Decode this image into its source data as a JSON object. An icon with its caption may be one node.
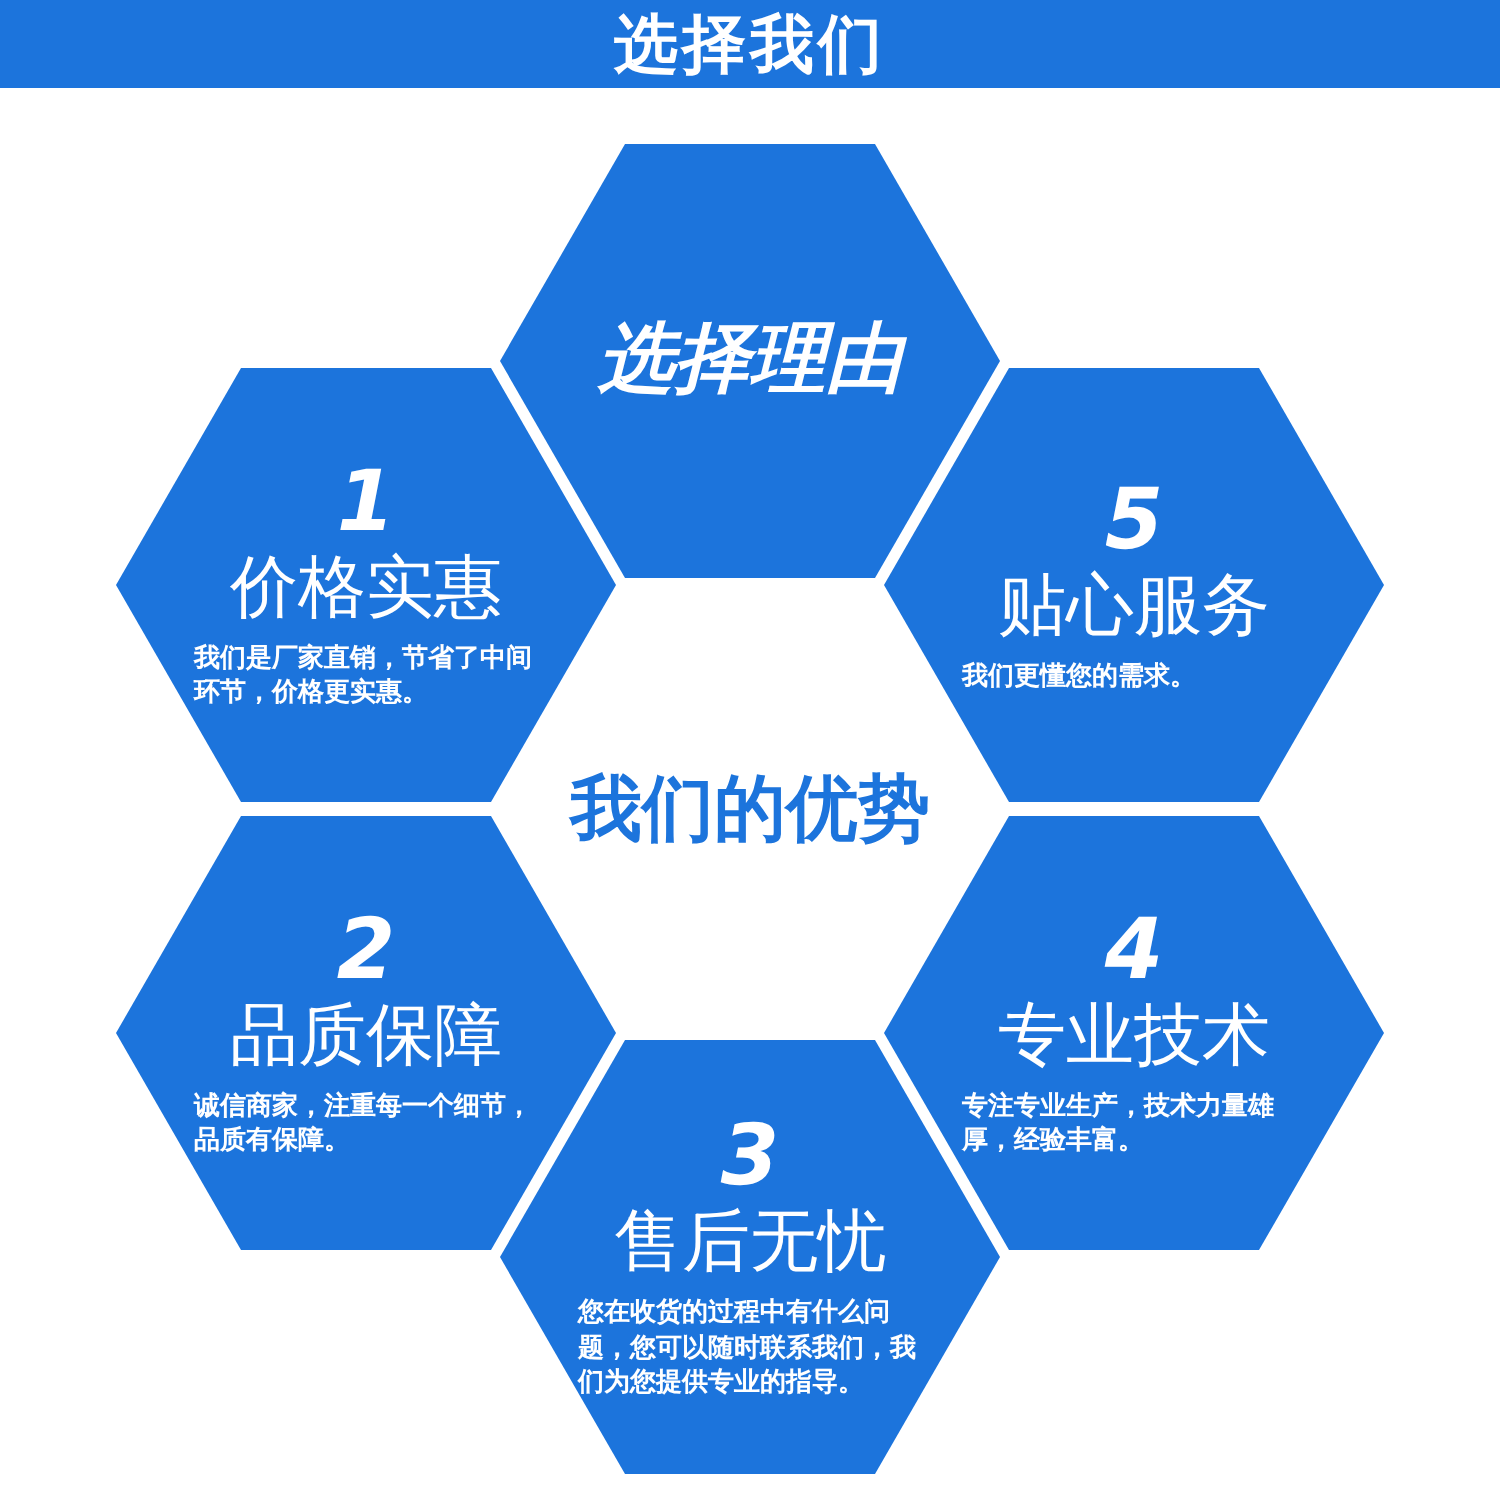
{
  "diagram": {
    "title": "选择我们",
    "nodes": [
      {
        "text": [
          "选择理由"
        ]
      },
      {
        "text": [
          "1",
          "价格实惠",
          "我们是厂家直销，节省了中间环节，价格更实惠。"
        ]
      },
      {
        "text": [
          "5",
          "贴心服务",
          "我们更懂您的需求。"
        ]
      },
      {
        "text": [
          "2",
          "品质保障",
          "诚信商家，注重每一个细节，品质有保障。"
        ]
      },
      {
        "text": [
          "4",
          "专业技术",
          "专注专业生产，技术力量雄厚，经验丰富。"
        ]
      },
      {
        "text": [
          "3",
          "售后无忧",
          "您在收货的过程中有什么问题，您可以随时联系我们，我们为您提供专业的指导。"
        ]
      }
    ],
    "labels": [
      "我们的优势"
    ]
  }
}
